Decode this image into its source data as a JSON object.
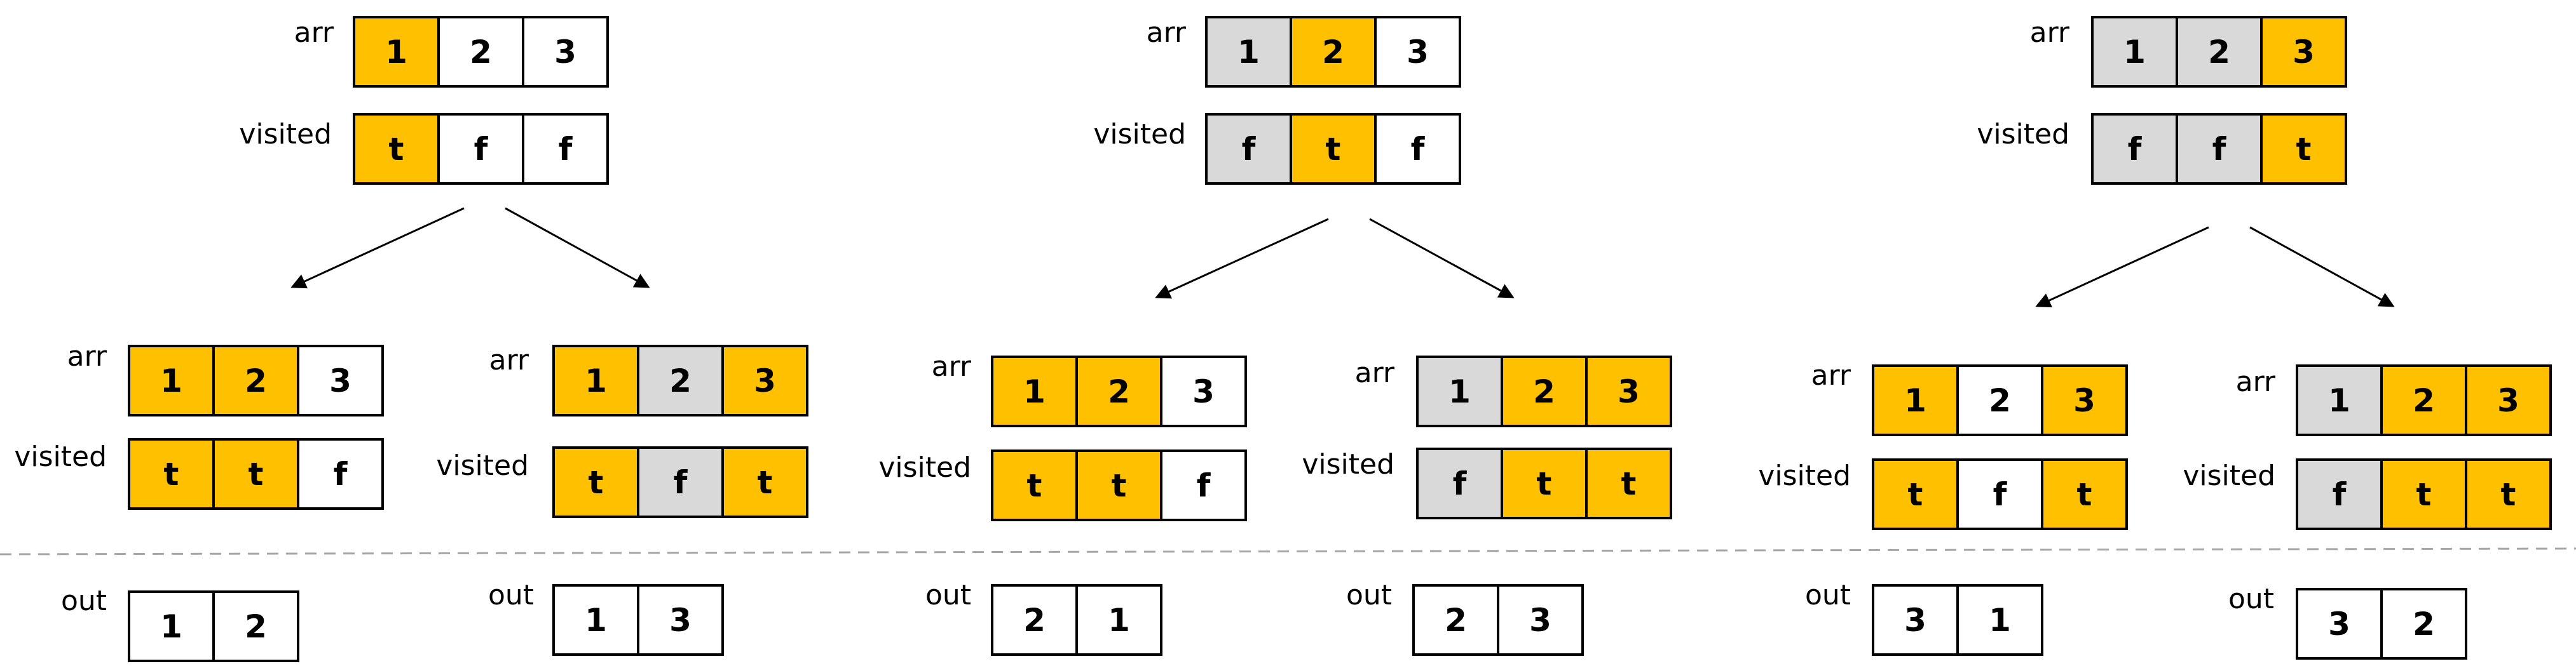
{
  "colors": {
    "selected": "#FFC000",
    "dimmed": "#D9D9D9",
    "empty": "#FFFFFF",
    "line": "#000000",
    "divider": "#A6A6A6"
  },
  "labels": {
    "arr": "arr",
    "visited": "visited",
    "out": "out"
  },
  "trees": [
    {
      "root": {
        "arr": [
          {
            "v": "1",
            "s": "selected"
          },
          {
            "v": "2",
            "s": "empty"
          },
          {
            "v": "3",
            "s": "empty"
          }
        ],
        "visited": [
          {
            "v": "t",
            "s": "selected"
          },
          {
            "v": "f",
            "s": "empty"
          },
          {
            "v": "f",
            "s": "empty"
          }
        ]
      },
      "children": [
        {
          "arr": [
            {
              "v": "1",
              "s": "selected"
            },
            {
              "v": "2",
              "s": "selected"
            },
            {
              "v": "3",
              "s": "empty"
            }
          ],
          "visited": [
            {
              "v": "t",
              "s": "selected"
            },
            {
              "v": "t",
              "s": "selected"
            },
            {
              "v": "f",
              "s": "empty"
            }
          ],
          "out": [
            "1",
            "2"
          ]
        },
        {
          "arr": [
            {
              "v": "1",
              "s": "selected"
            },
            {
              "v": "2",
              "s": "dimmed"
            },
            {
              "v": "3",
              "s": "selected"
            }
          ],
          "visited": [
            {
              "v": "t",
              "s": "selected"
            },
            {
              "v": "f",
              "s": "dimmed"
            },
            {
              "v": "t",
              "s": "selected"
            }
          ],
          "out": [
            "1",
            "3"
          ]
        }
      ]
    },
    {
      "root": {
        "arr": [
          {
            "v": "1",
            "s": "dimmed"
          },
          {
            "v": "2",
            "s": "selected"
          },
          {
            "v": "3",
            "s": "empty"
          }
        ],
        "visited": [
          {
            "v": "f",
            "s": "dimmed"
          },
          {
            "v": "t",
            "s": "selected"
          },
          {
            "v": "f",
            "s": "empty"
          }
        ]
      },
      "children": [
        {
          "arr": [
            {
              "v": "1",
              "s": "selected"
            },
            {
              "v": "2",
              "s": "selected"
            },
            {
              "v": "3",
              "s": "empty"
            }
          ],
          "visited": [
            {
              "v": "t",
              "s": "selected"
            },
            {
              "v": "t",
              "s": "selected"
            },
            {
              "v": "f",
              "s": "empty"
            }
          ],
          "out": [
            "2",
            "1"
          ]
        },
        {
          "arr": [
            {
              "v": "1",
              "s": "dimmed"
            },
            {
              "v": "2",
              "s": "selected"
            },
            {
              "v": "3",
              "s": "selected"
            }
          ],
          "visited": [
            {
              "v": "f",
              "s": "dimmed"
            },
            {
              "v": "t",
              "s": "selected"
            },
            {
              "v": "t",
              "s": "selected"
            }
          ],
          "out": [
            "2",
            "3"
          ]
        }
      ]
    },
    {
      "root": {
        "arr": [
          {
            "v": "1",
            "s": "dimmed"
          },
          {
            "v": "2",
            "s": "dimmed"
          },
          {
            "v": "3",
            "s": "selected"
          }
        ],
        "visited": [
          {
            "v": "f",
            "s": "dimmed"
          },
          {
            "v": "f",
            "s": "dimmed"
          },
          {
            "v": "t",
            "s": "selected"
          }
        ]
      },
      "children": [
        {
          "arr": [
            {
              "v": "1",
              "s": "selected"
            },
            {
              "v": "2",
              "s": "empty"
            },
            {
              "v": "3",
              "s": "selected"
            }
          ],
          "visited": [
            {
              "v": "t",
              "s": "selected"
            },
            {
              "v": "f",
              "s": "empty"
            },
            {
              "v": "t",
              "s": "selected"
            }
          ],
          "out": [
            "3",
            "1"
          ]
        },
        {
          "arr": [
            {
              "v": "1",
              "s": "dimmed"
            },
            {
              "v": "2",
              "s": "selected"
            },
            {
              "v": "3",
              "s": "selected"
            }
          ],
          "visited": [
            {
              "v": "f",
              "s": "dimmed"
            },
            {
              "v": "t",
              "s": "selected"
            },
            {
              "v": "t",
              "s": "selected"
            }
          ],
          "out": [
            "3",
            "2"
          ]
        }
      ]
    }
  ]
}
